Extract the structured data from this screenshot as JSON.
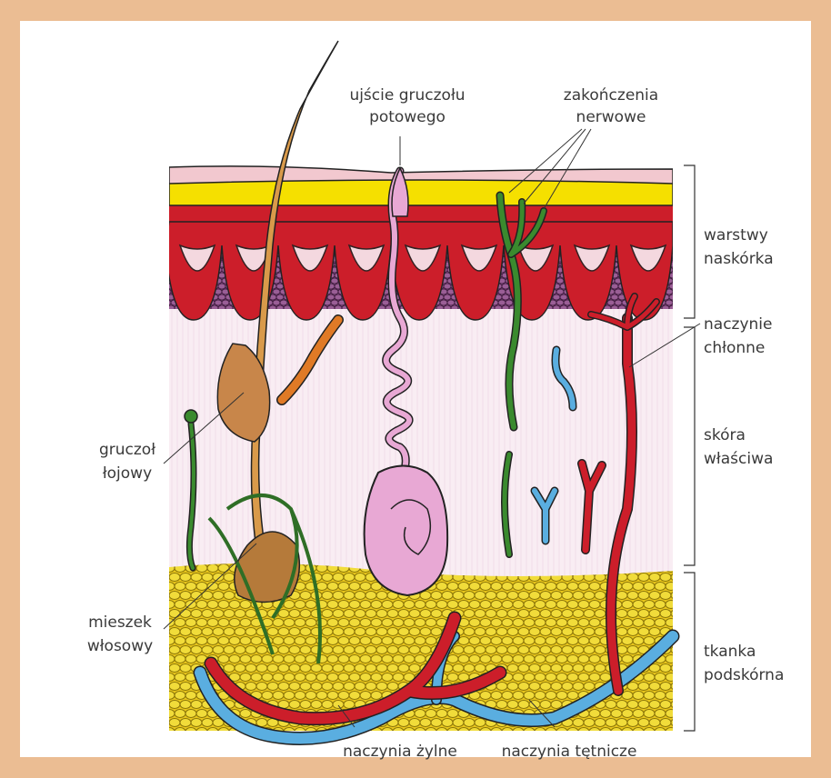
{
  "labels": {
    "sweat_pore": [
      "ujście gruczołu",
      "potowego"
    ],
    "nerve_endings": [
      "zakończenia",
      "nerwowe"
    ],
    "epidermis": [
      "warstwy",
      "naskórka"
    ],
    "lymph_vessel": [
      "naczynie",
      "chłonne"
    ],
    "dermis": [
      "skóra",
      "właściwa"
    ],
    "sebaceous_gland": [
      "gruczoł",
      "łojowy"
    ],
    "hair_follicle": [
      "mieszek",
      "włosowy"
    ],
    "hypodermis": [
      "tkanka",
      "podskórna"
    ],
    "veins": "naczynia żylne",
    "arteries": "naczynia tętnicze"
  },
  "colors": {
    "frame": "#ebbd93",
    "skin_top": "#f0c4cc",
    "yellow_layer": "#f5e000",
    "red_layer": "#cc1e2a",
    "purple_layer": "#8a4a86",
    "dermis": "#f9edf3",
    "fat": "#eed226",
    "hair": "#d99a4a",
    "nerve": "#3a8a2e",
    "vein": "#5aaee0",
    "artery": "#cc1e2a",
    "sweat_gland": "#e8a8d4"
  }
}
